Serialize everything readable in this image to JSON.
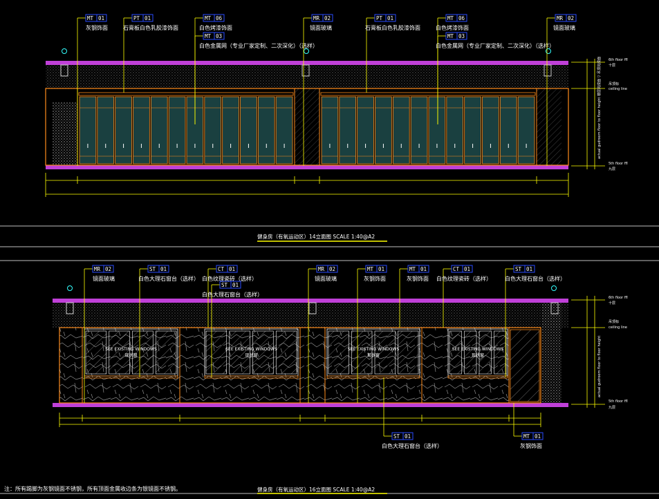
{
  "colors": {
    "background": "#000000",
    "ceiling_band": "#c040d8",
    "frame": "#ff8c1a",
    "leader": "#ffff00",
    "glass": "#1a4040",
    "tag_box": "#2a4cff",
    "text": "#ffffff"
  },
  "elevation_14": {
    "title": "健身房（有氧运动区）14立面图   SCALE 1:40@A2",
    "tags": [
      {
        "code": "MT",
        "num": "01",
        "desc": "灰钢饰面"
      },
      {
        "code": "PT",
        "num": "01",
        "desc": "石膏板白色乳胶漆饰面"
      },
      {
        "code": "MT",
        "num": "06",
        "desc": "白色烤漆饰面"
      },
      {
        "code": "MT",
        "num": "03",
        "desc": "白色金属网（专业厂家定制、二次深化）（选样）"
      },
      {
        "code": "MR",
        "num": "02",
        "desc": "镜面玻璃"
      },
      {
        "code": "PT",
        "num": "01",
        "desc": "石膏板白色乳胶漆饰面"
      },
      {
        "code": "MT",
        "num": "06",
        "desc": "白色烤漆饰面"
      },
      {
        "code": "MT",
        "num": "03",
        "desc": "白色金属网（专业厂家定制、二次深化）（选样）"
      },
      {
        "code": "MR",
        "num": "02",
        "desc": "镜面玻璃"
      }
    ],
    "levels": [
      "6th floor ffl",
      "ceiling line",
      "5th floor ffl"
    ],
    "level_notes": [
      "十层",
      "吊顶标",
      "九层"
    ],
    "vertical_label": "actual gudroom floor to floor height 楼层完成面 ▽ 吊顶完成面"
  },
  "elevation_16": {
    "title": "健身房（有氧运动区）16立面图   SCALE 1:40@A2",
    "tags_top": [
      {
        "code": "MR",
        "num": "02",
        "desc": "镜面玻璃"
      },
      {
        "code": "ST",
        "num": "01",
        "desc": "白色大理石窗台（选样）"
      },
      {
        "code": "CT",
        "num": "01",
        "desc": "白色纹理瓷砖（选样）"
      },
      {
        "code": "ST",
        "num": "01",
        "desc": "白色大理石窗台（选样）"
      },
      {
        "code": "MR",
        "num": "02",
        "desc": "镜面玻璃"
      },
      {
        "code": "MT",
        "num": "01",
        "desc": "灰钢饰面"
      },
      {
        "code": "MT",
        "num": "01",
        "desc": "灰钢饰面"
      },
      {
        "code": "CT",
        "num": "01",
        "desc": "白色纹理瓷砖（选样）"
      },
      {
        "code": "ST",
        "num": "01",
        "desc": "白色大理石窗台（选样）"
      }
    ],
    "tags_bottom": [
      {
        "code": "ST",
        "num": "01",
        "desc": "白色大理石窗台（选样）"
      },
      {
        "code": "MT",
        "num": "01",
        "desc": "灰钢饰面"
      }
    ],
    "windows_label": "SEE EXISTING WINDOWS",
    "windows_sub": "现状窗",
    "levels": [
      "6th floor ffl",
      "ceiling line",
      "5th floor ffl"
    ],
    "level_notes": [
      "十层",
      "吊顶标",
      "九层"
    ],
    "vertical_label": "actual gudroom floor to floor height"
  },
  "note": "注：所有踢脚为灰钢镜面不锈钢，所有顶面金属收边条为银镜面不锈钢。"
}
